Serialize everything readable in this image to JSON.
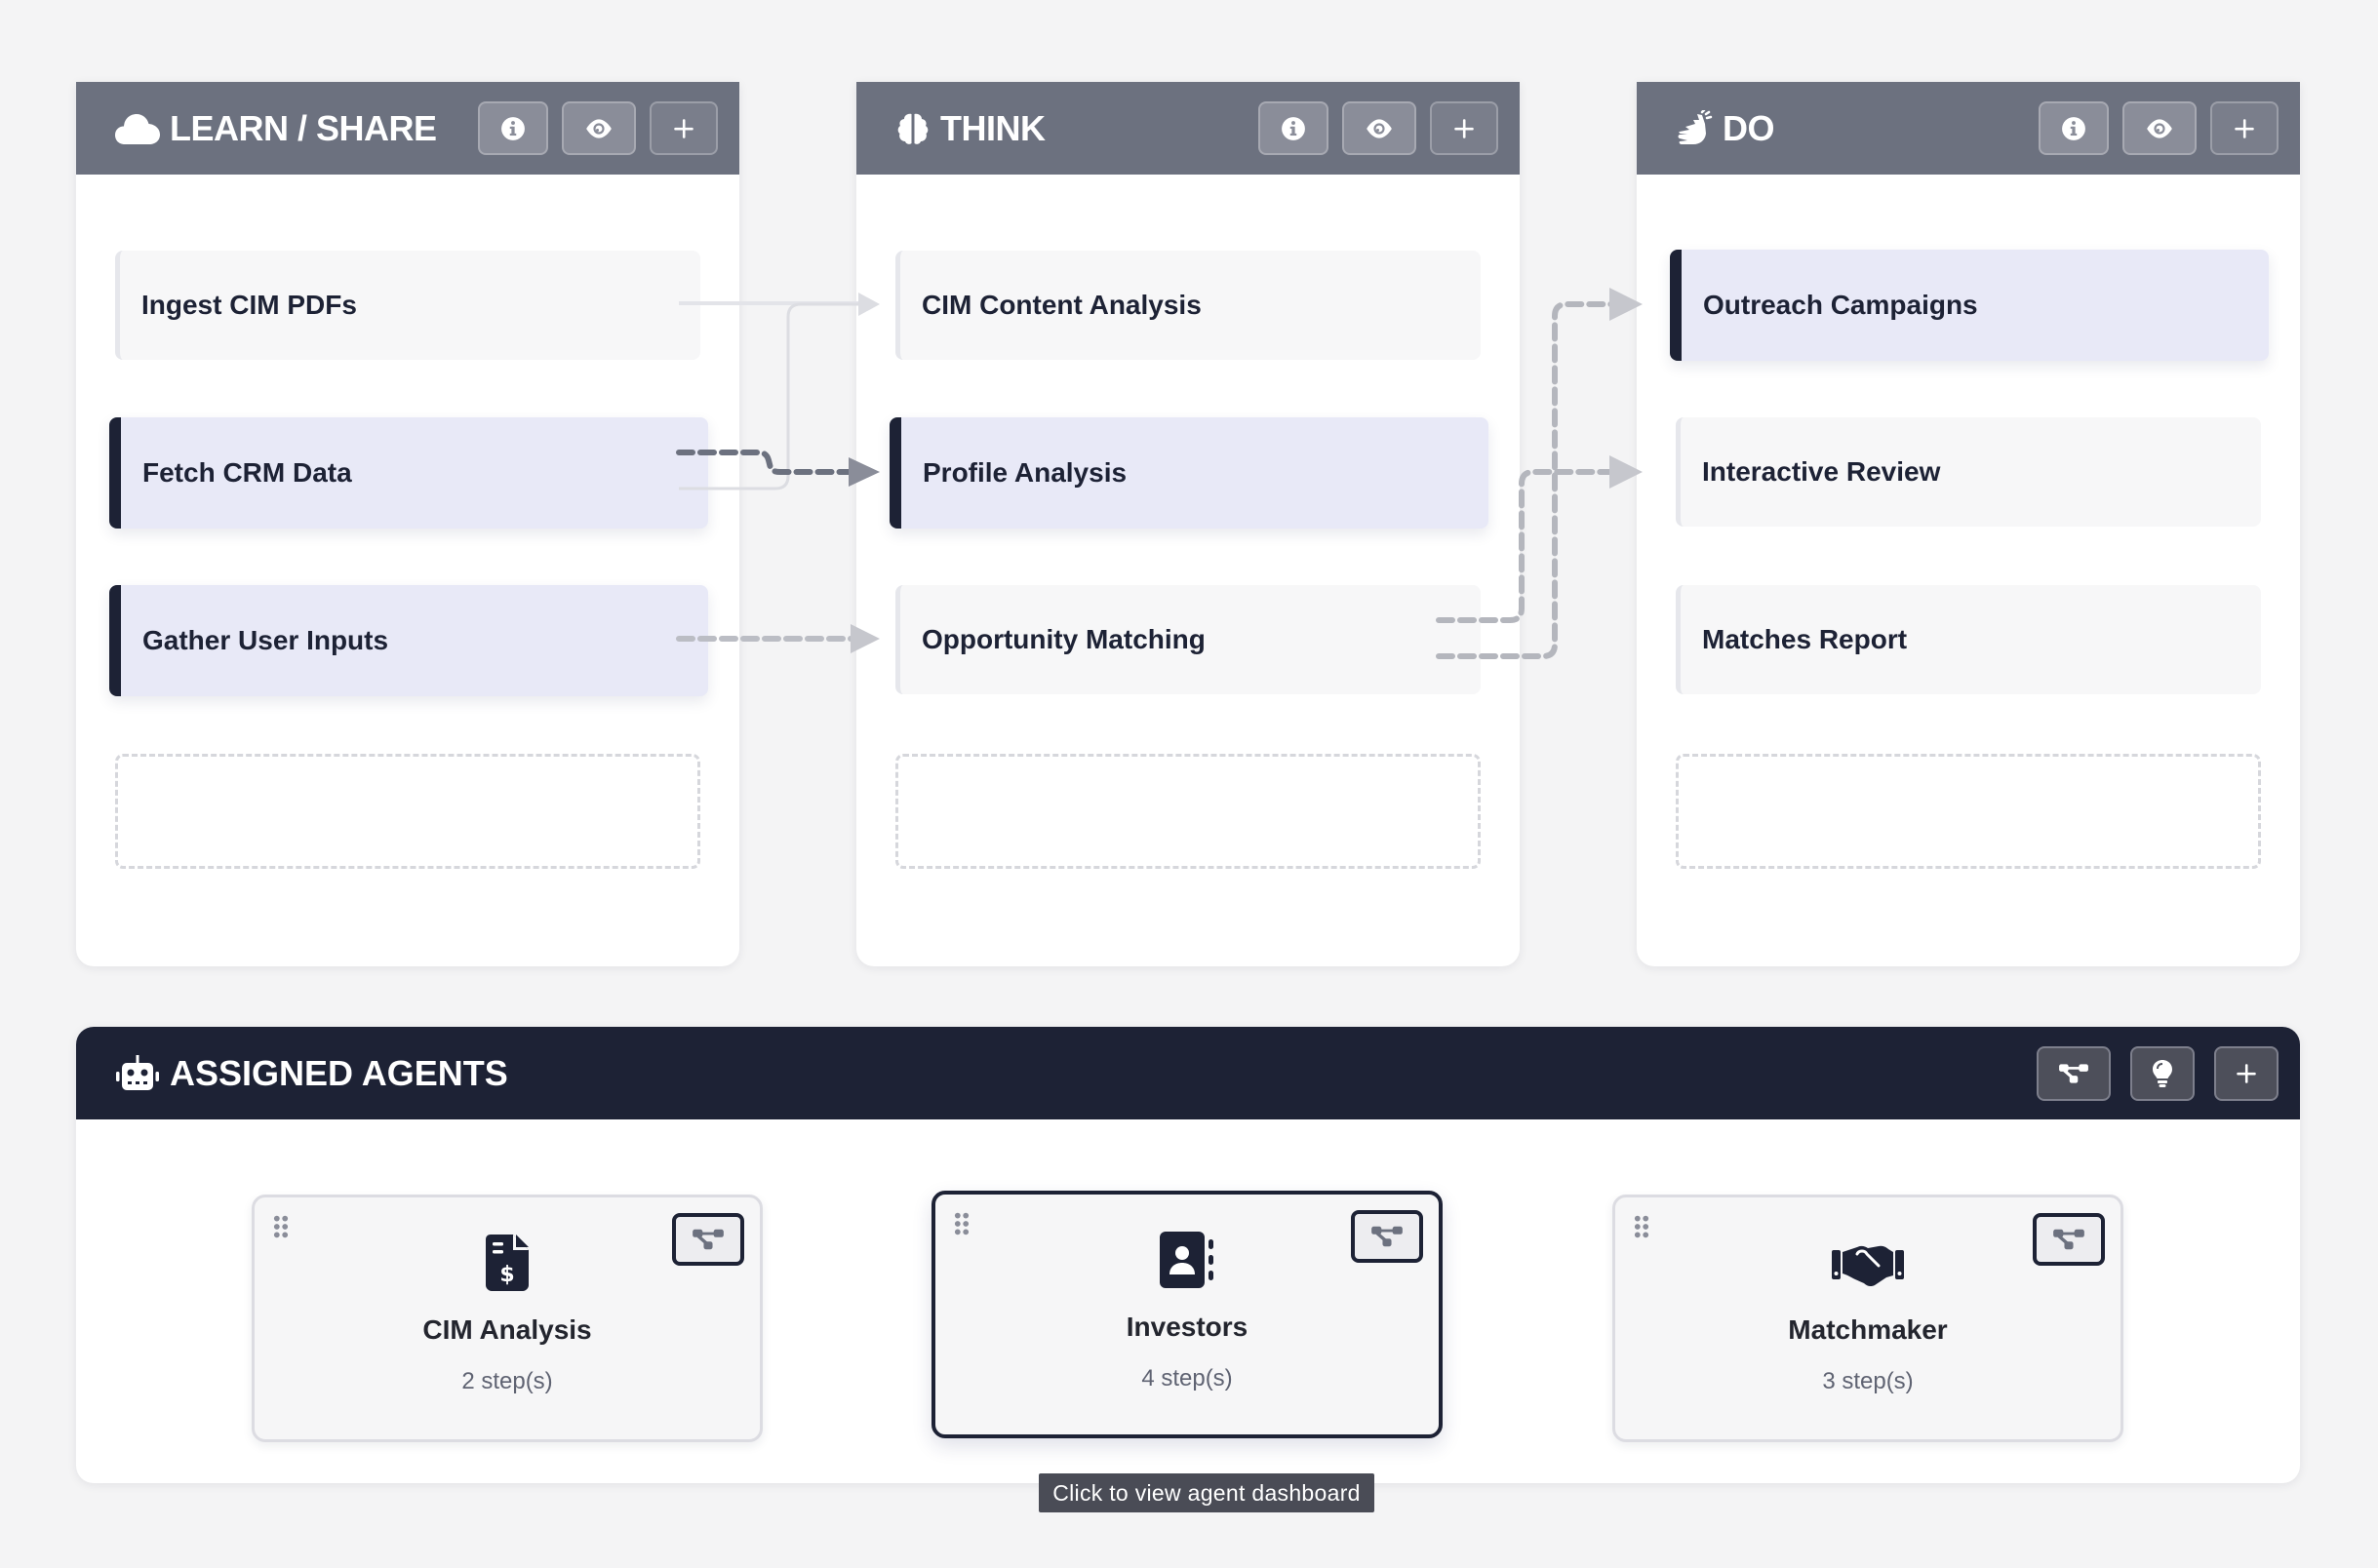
{
  "columns": [
    {
      "id": "learn",
      "title": "LEARN / SHARE",
      "icon": "cloud-icon",
      "actions": {
        "info": "info-icon",
        "view": "eye-icon",
        "add": "plus-icon"
      },
      "items": [
        {
          "label": "Ingest CIM PDFs",
          "active": false
        },
        {
          "label": "Fetch CRM Data",
          "active": true
        },
        {
          "label": "Gather User Inputs",
          "active": true
        }
      ]
    },
    {
      "id": "think",
      "title": "THINK",
      "icon": "brain-icon",
      "actions": {
        "info": "info-icon",
        "view": "eye-icon",
        "add": "plus-icon"
      },
      "items": [
        {
          "label": "CIM Content Analysis",
          "active": false
        },
        {
          "label": "Profile Analysis",
          "active": true
        },
        {
          "label": "Opportunity Matching",
          "active": false
        }
      ]
    },
    {
      "id": "do",
      "title": "DO",
      "icon": "hands-clapping-icon",
      "actions": {
        "info": "info-icon",
        "view": "eye-icon",
        "add": "plus-icon"
      },
      "items": [
        {
          "label": "Outreach Campaigns",
          "active": true
        },
        {
          "label": "Interactive Review",
          "active": false
        },
        {
          "label": "Matches Report",
          "active": false
        }
      ]
    }
  ],
  "agents": {
    "title": "ASSIGNED AGENTS",
    "icon": "robot-icon",
    "actions": [
      "workflow-icon",
      "lightbulb-icon",
      "plus-icon"
    ],
    "cards": [
      {
        "name": "CIM Analysis",
        "steps": "2 step(s)",
        "icon": "file-invoice-dollar-icon",
        "selected": false
      },
      {
        "name": "Investors",
        "steps": "4 step(s)",
        "icon": "address-book-icon",
        "selected": true
      },
      {
        "name": "Matchmaker",
        "steps": "3 step(s)",
        "icon": "handshake-icon",
        "selected": false
      }
    ],
    "tooltip": "Click to view agent dashboard"
  },
  "colors": {
    "background": "#f4f4f5",
    "column_header": "#6c717f",
    "agents_header": "#1d2235",
    "active_item_bg": "#e8e9f7",
    "active_item_accent": "#1d2235",
    "item_bg": "#f7f7f8"
  }
}
